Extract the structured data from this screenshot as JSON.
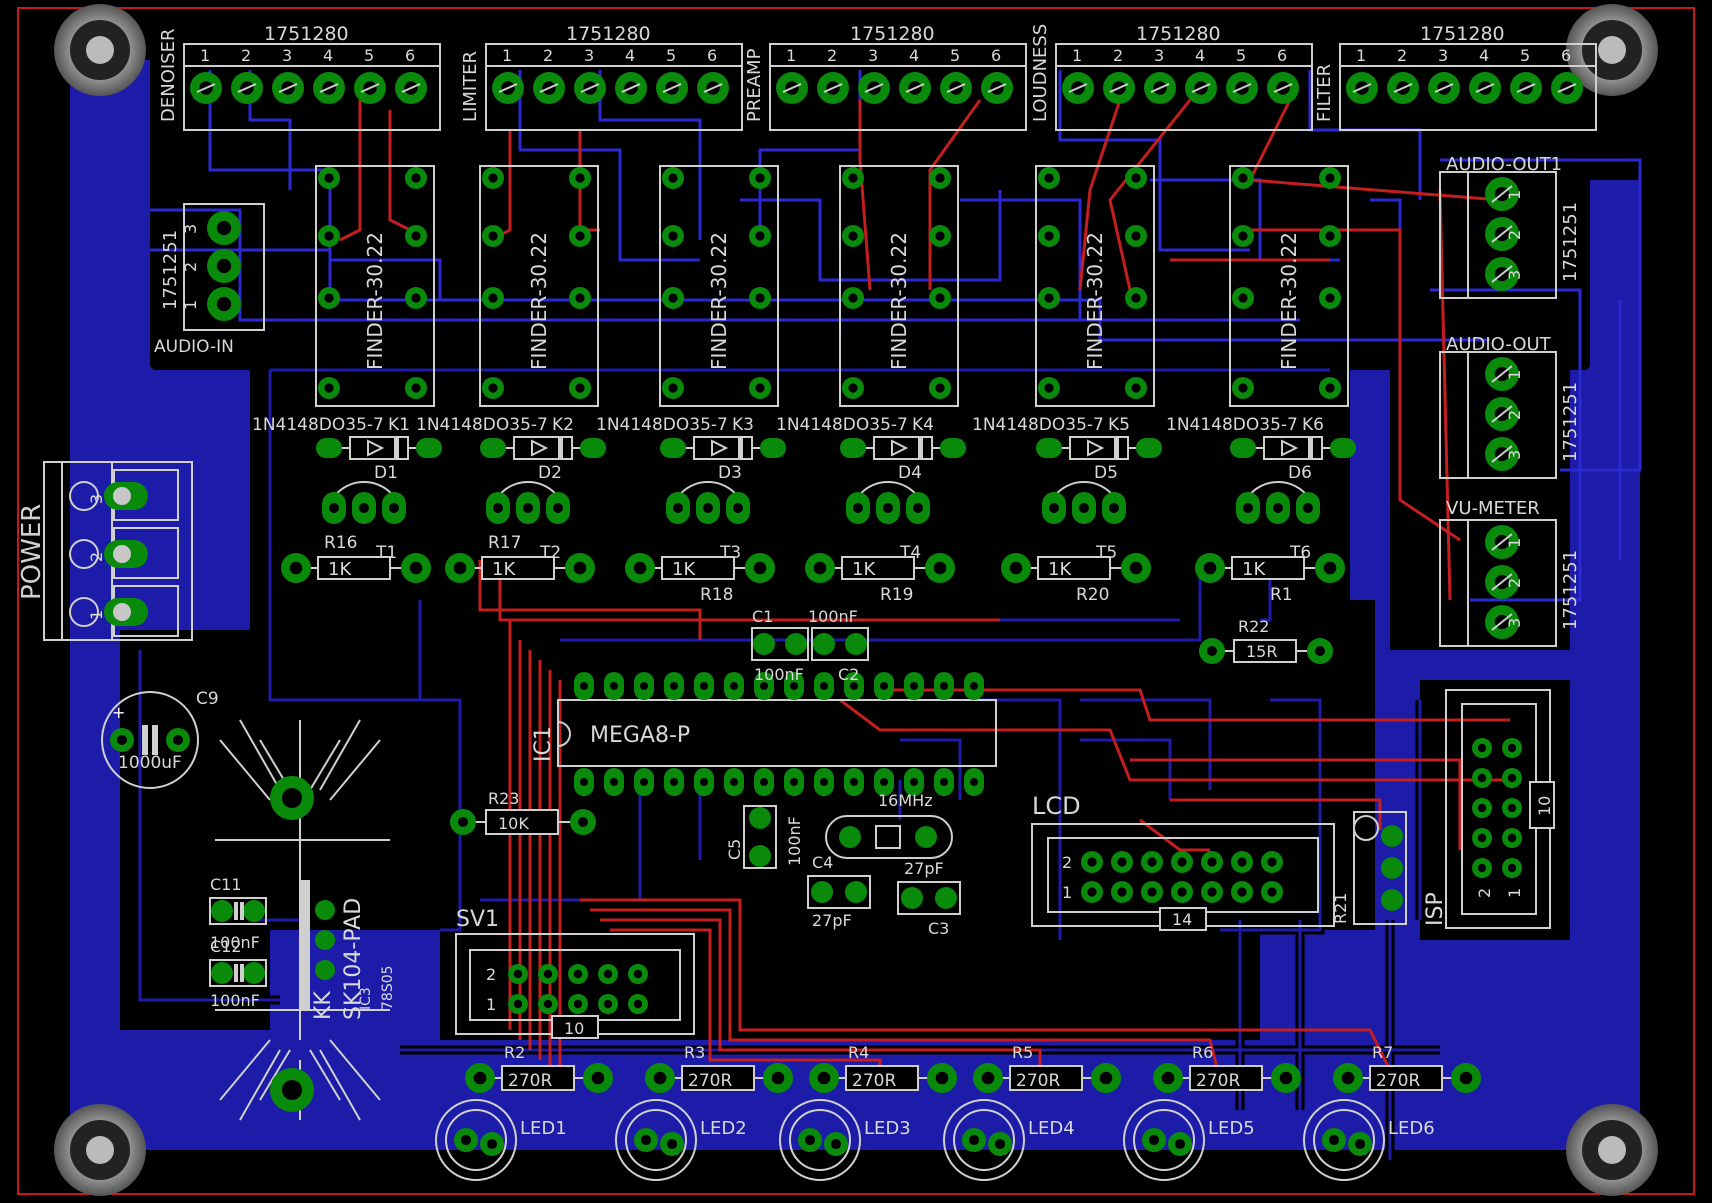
{
  "board": {
    "colors": {
      "background": "#000000",
      "copper_bottom": "#1c1ca8",
      "trace_bottom": "#2a2ad0",
      "trace_top": "#c41e1e",
      "pad": "#0a8a0a",
      "silk": "#d0d0d0",
      "outline": "#c81818"
    }
  },
  "terminals": [
    {
      "part": "1751280",
      "name": "DENOISER",
      "pins": [
        "1",
        "2",
        "3",
        "4",
        "5",
        "6"
      ]
    },
    {
      "part": "1751280",
      "name": "LIMITER",
      "pins": [
        "1",
        "2",
        "3",
        "4",
        "5",
        "6"
      ]
    },
    {
      "part": "1751280",
      "name": "PREAMP",
      "pins": [
        "1",
        "2",
        "3",
        "4",
        "5",
        "6"
      ]
    },
    {
      "part": "1751280",
      "name": "LOUDNESS",
      "pins": [
        "1",
        "2",
        "3",
        "4",
        "5",
        "6"
      ]
    },
    {
      "part": "1751280",
      "name": "FILTER",
      "pins": [
        "1",
        "2",
        "3",
        "4",
        "5",
        "6"
      ]
    }
  ],
  "side_connectors": [
    {
      "name": "AUDIO-IN",
      "part": "1751251",
      "pins": [
        "3",
        "2",
        "1"
      ]
    },
    {
      "name": "AUDIO-OUT1",
      "part": "1751251",
      "pins": [
        "1",
        "2",
        "3"
      ]
    },
    {
      "name": "AUDIO-OUT",
      "part": "1751251",
      "pins": [
        "1",
        "2",
        "3"
      ]
    },
    {
      "name": "VU-METER",
      "part": "1751251",
      "pins": [
        "1",
        "2",
        "3"
      ]
    }
  ],
  "power": {
    "name": "POWER",
    "pins": [
      "3",
      "2",
      "1"
    ]
  },
  "relays": [
    {
      "type": "FINDER-30.22",
      "ref": "K1",
      "diode_pkg": "1N4148DO35-7",
      "diode": "D1",
      "transistor": "T1",
      "resistor": "R16",
      "value": "1K"
    },
    {
      "type": "FINDER-30.22",
      "ref": "K2",
      "diode_pkg": "1N4148DO35-7",
      "diode": "D2",
      "transistor": "T2",
      "resistor": "R17",
      "value": "1K"
    },
    {
      "type": "FINDER-30.22",
      "ref": "K3",
      "diode_pkg": "1N4148DO35-7",
      "diode": "D3",
      "transistor": "T3",
      "resistor": "R18",
      "value": "1K"
    },
    {
      "type": "FINDER-30.22",
      "ref": "K4",
      "diode_pkg": "1N4148DO35-7",
      "diode": "D4",
      "transistor": "T4",
      "resistor": "R19",
      "value": "1K"
    },
    {
      "type": "FINDER-30.22",
      "ref": "K5",
      "diode_pkg": "1N4148DO35-7",
      "diode": "D5",
      "transistor": "T5",
      "resistor": "R20",
      "value": "1K"
    },
    {
      "type": "FINDER-30.22",
      "ref": "K6",
      "diode_pkg": "1N4148DO35-7",
      "diode": "D6",
      "transistor": "T6",
      "resistor": "R1",
      "value": "1K"
    }
  ],
  "caps": {
    "C1": {
      "ref": "C1",
      "value": "100nF"
    },
    "C2": {
      "ref": "C2",
      "value": "100nF"
    },
    "C3": {
      "ref": "C3",
      "value": "27pF"
    },
    "C4": {
      "ref": "C4",
      "value": "27pF"
    },
    "C5": {
      "ref": "C5",
      "value": "100nF"
    },
    "C9": {
      "ref": "C9",
      "value": "1000uF"
    },
    "C11": {
      "ref": "C11",
      "value": "100nF"
    },
    "C12": {
      "ref": "C12",
      "value": "100nF"
    }
  },
  "mcu": {
    "ref": "IC1",
    "part": "MEGA8-P"
  },
  "crystal": {
    "value": "16MHz"
  },
  "r22": {
    "ref": "R22",
    "value": "15R"
  },
  "r23": {
    "ref": "R23",
    "value": "10K"
  },
  "r21": {
    "ref": "R21"
  },
  "lcd": {
    "ref": "LCD",
    "pin_a": "2",
    "pin_b": "1",
    "pin_end": "14"
  },
  "isp": {
    "ref": "ISP",
    "pin_a": "2",
    "pin_b": "1",
    "pin_end": "10"
  },
  "sv1": {
    "ref": "SV1",
    "pin_a": "2",
    "pin_b": "1",
    "pin_end": "10"
  },
  "regulator": {
    "pad": "SK104-PAD",
    "hs": "KK",
    "ref": "IC3",
    "part": "78S05"
  },
  "led_resistors": [
    {
      "ref": "R2",
      "value": "270R"
    },
    {
      "ref": "R3",
      "value": "270R"
    },
    {
      "ref": "R4",
      "value": "270R"
    },
    {
      "ref": "R5",
      "value": "270R"
    },
    {
      "ref": "R6",
      "value": "270R"
    },
    {
      "ref": "R7",
      "value": "270R"
    }
  ],
  "leds": [
    "LED1",
    "LED2",
    "LED3",
    "LED4",
    "LED5",
    "LED6"
  ]
}
